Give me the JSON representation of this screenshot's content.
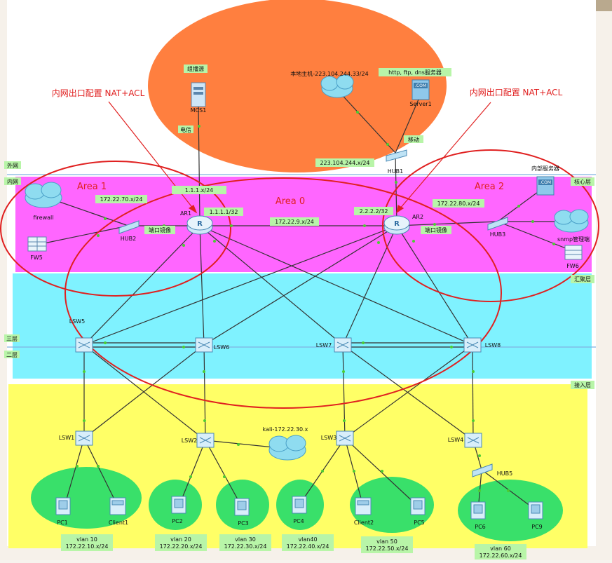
{
  "layers": {
    "core": "核心层",
    "aggregation": "汇聚层",
    "access": "接入层",
    "external": "外网",
    "internal": "内网",
    "layer3": "三层",
    "layer2": "二层"
  },
  "annotations": {
    "nat_left": "内网出口配置  NAT+ACL",
    "nat_right": "内网出口配置  NAT+ACL"
  },
  "areas": {
    "area0": "Area 0",
    "area1": "Area 1",
    "area2": "Area 2"
  },
  "devices": {
    "mcs1": "MCS1",
    "server1": "Server1",
    "hub1": "HUB1",
    "hub2": "HUB2",
    "hub3": "HUB3",
    "hub5": "HUB5",
    "ar1": "AR1",
    "ar2": "AR2",
    "firewall": "firewall",
    "fw5": "FW5",
    "fw6": "FW6",
    "snmp": "snmp管理端",
    "internal_server": "内部服务器",
    "local_host": "本地主机-223.104.244.33/24",
    "kali": "kali-172.22.30.x",
    "lsw1": "LSW1",
    "lsw2": "LSW2",
    "lsw3": "LSW3",
    "lsw4": "LSW4",
    "lsw5": "LSW5",
    "lsw6": "LSW6",
    "lsw7": "LSW7",
    "lsw8": "LSW8",
    "pc1": "PC1",
    "client1": "Client1",
    "pc2": "PC2",
    "pc3": "PC3",
    "pc4": "PC4",
    "client2": "Client2",
    "pc5": "PC5",
    "pc6": "PC6",
    "pc9": "PC9"
  },
  "labels": {
    "multicast_source": "组播源",
    "telecom": "电信",
    "mobile": "移动",
    "services": "http, ftp, dns服务器",
    "net_223": "223.104.244.x/24",
    "net_1x": "1.1.1.x/24",
    "loopback1": "1.1.1.1/32",
    "loopback2": "2.2.2.2/32",
    "net_709": "172.22.9.x/24",
    "net_70": "172.22.70.x/24",
    "net_80": "172.22.80.x/24",
    "mirror1": "端口镜像",
    "mirror2": "端口镜像",
    "com1": ".COM",
    "com2": ".COM",
    "vlan10_a": "vlan 10",
    "vlan10_b": "172.22.10.x/24",
    "vlan20_a": "vlan 20",
    "vlan20_b": "172.22.20.x/24",
    "vlan30_a": "vlan 30",
    "vlan30_b": "172.22.30.x/24",
    "vlan40_a": "vlan40",
    "vlan40_b": "172.22.40.x/24",
    "vlan50_a": "vlan 50",
    "vlan50_b": "172.22.50.x/24",
    "vlan60_a": "vlan 60",
    "vlan60_b": "172.22.60.x/24"
  },
  "colors": {
    "core_band": "#ff66ff",
    "aggregation_band": "#7ff2ff",
    "access_band": "#ffff66",
    "external_ellipse": "#ff7f3f",
    "vlan_ellipse": "#39e06a",
    "area_outline": "#e02020",
    "label_box": "#b8f5a8",
    "link": "#333333",
    "link_dot": "#4ccc33"
  }
}
